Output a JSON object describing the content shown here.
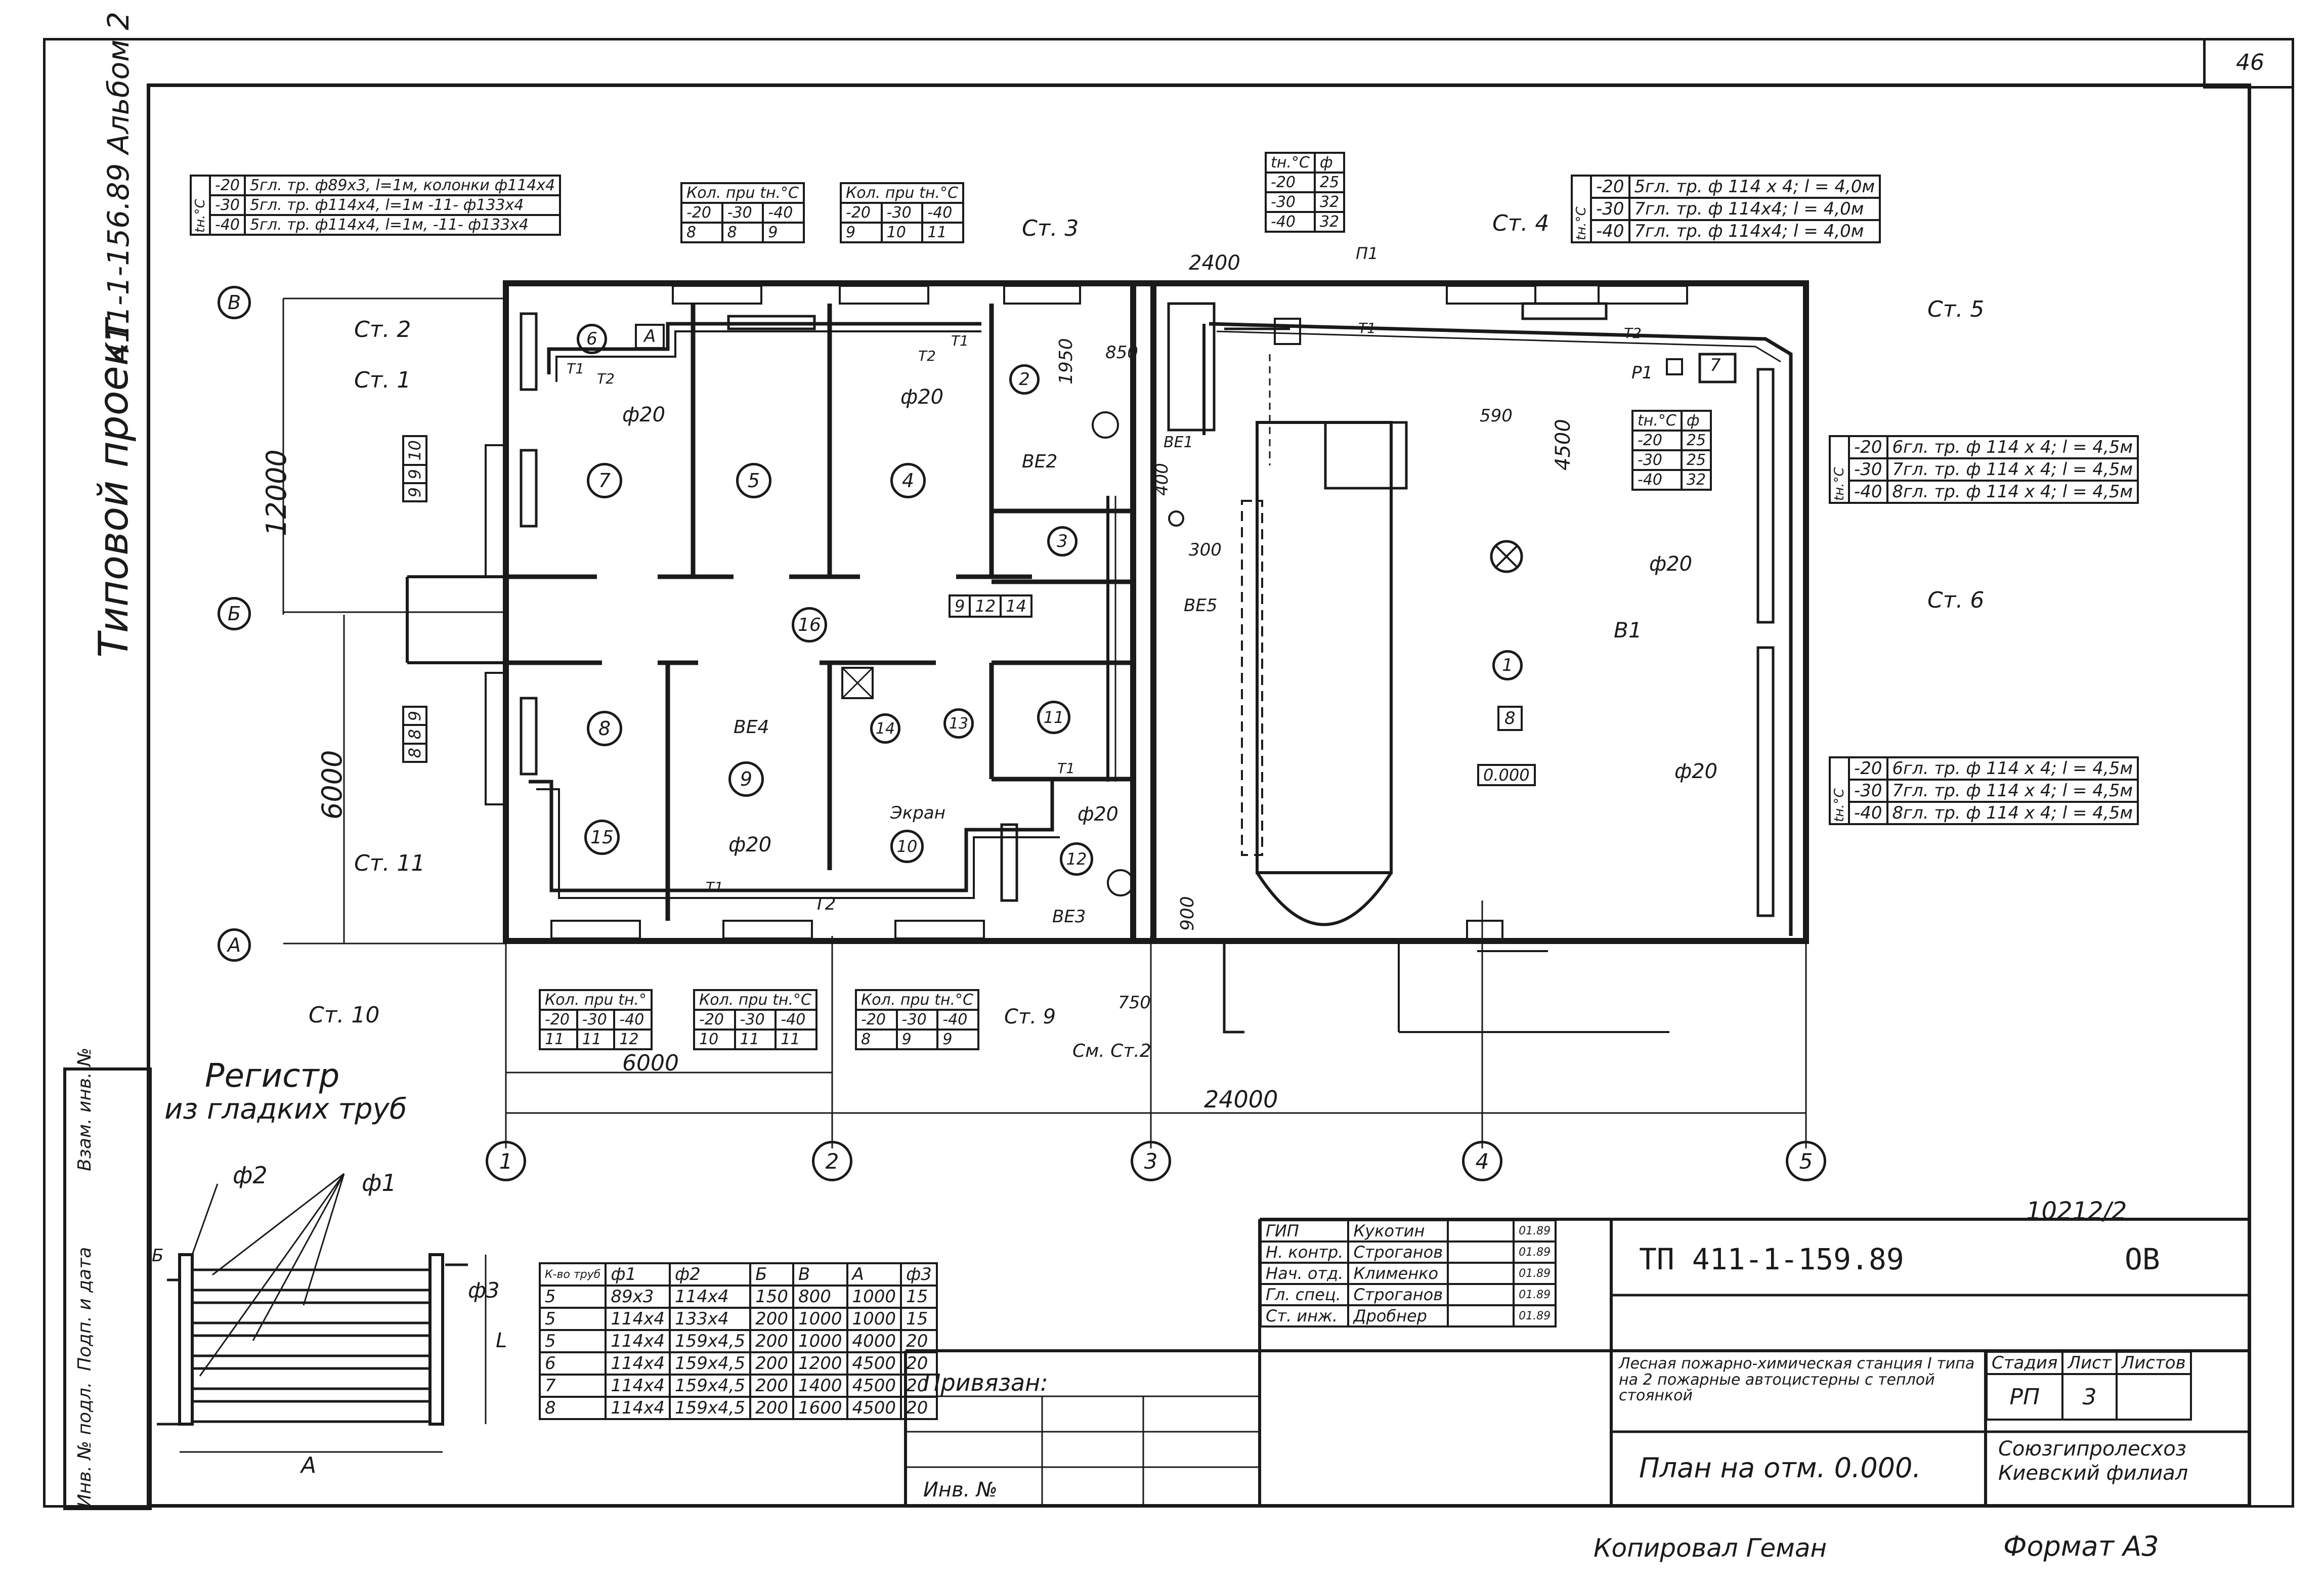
{
  "sheet": {
    "page_number": "46",
    "series_vertical": "411-1-156.89 Альбом 2",
    "typical_project": "Типовой проект",
    "copied_by": "Копировал Геман",
    "format": "Формат А3",
    "archive_number": "10212/2"
  },
  "axes": {
    "rows": [
      "В",
      "Б",
      "А"
    ],
    "cols": [
      "1",
      "2",
      "3",
      "4",
      "5"
    ],
    "dims": {
      "d12000": "12000",
      "d6000_v": "6000",
      "d6000_h": "6000",
      "d24000": "24000",
      "d2400": "2400",
      "d1950": "1950",
      "d850": "850",
      "d400": "400",
      "d300": "300",
      "d590": "590",
      "d4500": "4500",
      "d900": "900",
      "d750": "750"
    }
  },
  "rooms": [
    "1",
    "2",
    "3",
    "4",
    "5",
    "6",
    "7",
    "8",
    "9",
    "10",
    "11",
    "12",
    "13",
    "14",
    "15",
    "16"
  ],
  "room_A": "А",
  "room_8": "8",
  "elevation": "0.000",
  "labels": {
    "st1": "Ст. 1",
    "st2": "Ст. 2",
    "st3": "Ст. 3",
    "st4": "Ст. 4",
    "st5": "Ст. 5",
    "st6": "Ст. 6",
    "st9": "Ст. 9",
    "st10": "Ст. 10",
    "st11": "Ст. 11",
    "st2_see": "См. Ст.2",
    "phi20": "ф20",
    "t1": "Т1",
    "t2": "Т2",
    "be2": "ВЕ2",
    "be3": "ВЕ3",
    "be4": "ВЕ4",
    "be5": "ВЕ5",
    "be1": "ВЕ1",
    "b1": "В1",
    "p1": "П1",
    "r1": "Р1",
    "seven": "7",
    "screen": "Экран"
  },
  "table_top_left": {
    "rows": [
      [
        "-20",
        "5гл. тр. ф89х3, l=1м, колонки ф114х4"
      ],
      [
        "-30",
        "5гл. тр. ф114х4, l=1м  -11-  ф133х4"
      ],
      [
        "-40",
        "5гл. тр. ф114х4, l=1м, -11- ф133х4"
      ]
    ],
    "head": "tн.°С"
  },
  "small_tables": {
    "t_6": {
      "head": "Кол. прu tн.°С",
      "temps": [
        "-20",
        "-30",
        "-40"
      ],
      "vals": [
        "8",
        "8",
        "9"
      ]
    },
    "t_2": {
      "head": "Кол. прu tн.°С",
      "temps": [
        "-20",
        "-30",
        "-40"
      ],
      "vals": [
        "9",
        "10",
        "11"
      ]
    },
    "t_15": {
      "head": "Кол. прu tн.°",
      "temps": [
        "-20",
        "-30",
        "-40"
      ],
      "vals": [
        "11",
        "11",
        "12"
      ]
    },
    "t_10": {
      "head": "Кол. прu tн.°С",
      "temps": [
        "-20",
        "-30",
        "-40"
      ],
      "vals": [
        "10",
        "11",
        "11"
      ]
    },
    "t_12": {
      "head": "Кол. прu tн.°С",
      "temps": [
        "-20",
        "-30",
        "-40"
      ],
      "vals": [
        "8",
        "9",
        "9"
      ]
    }
  },
  "phi_table_top": {
    "h1": "tн.°С",
    "h2": "ф",
    "rows": [
      [
        "-20",
        "25"
      ],
      [
        "-30",
        "32"
      ],
      [
        "-40",
        "32"
      ]
    ]
  },
  "phi_table_right": {
    "h1": "tн.°С",
    "h2": "ф",
    "rows": [
      [
        "-20",
        "25"
      ],
      [
        "-30",
        "25"
      ],
      [
        "-40",
        "32"
      ]
    ]
  },
  "table_st4": {
    "head": "tн.°С",
    "rows": [
      [
        "-20",
        "5гл. тр. ф 114 х 4;  l = 4,0м"
      ],
      [
        "-30",
        "7гл. тр. ф 114х4;  l = 4,0м"
      ],
      [
        "-40",
        "7гл. тр. ф 114х4;  l = 4,0м"
      ]
    ]
  },
  "table_st5": {
    "head": "tн.°С",
    "rows": [
      [
        "-20",
        "6гл. тр. ф 114 х 4;  l = 4,5м"
      ],
      [
        "-30",
        "7гл. тр. ф 114 х 4;  l = 4,5м"
      ],
      [
        "-40",
        "8гл. тр. ф 114 х 4;  l = 4,5м"
      ]
    ]
  },
  "table_st6": {
    "head": "tн.°С",
    "rows": [
      [
        "-20",
        "6гл. тр. ф 114 х 4;  l = 4,5м"
      ],
      [
        "-30",
        "7гл. тр. ф 114 х 4;  l = 4,5м"
      ],
      [
        "-40",
        "8гл. тр. ф 114 х 4;  l = 4,5м"
      ]
    ]
  },
  "vertical_counts": {
    "b1": [
      "10",
      "9",
      "9"
    ],
    "b2": [
      "9",
      "8",
      "8"
    ],
    "row3": [
      "9",
      "12",
      "14"
    ]
  },
  "register": {
    "title_line1": "Регистр",
    "title_line2": "из гладких труб",
    "phi1": "ф1",
    "phi2": "ф2",
    "phi3": "ф3",
    "dim_b": "Б",
    "dim_l": "L",
    "dim_a": "А"
  },
  "register_table": {
    "headers": [
      "К-во труб",
      "ф1",
      "ф2",
      "Б",
      "В",
      "А",
      "ф3"
    ],
    "rows": [
      [
        "5",
        "89х3",
        "114х4",
        "150",
        "800",
        "1000",
        "15"
      ],
      [
        "5",
        "114х4",
        "133х4",
        "200",
        "1000",
        "1000",
        "15"
      ],
      [
        "5",
        "114х4",
        "159х4,5",
        "200",
        "1000",
        "4000",
        "20"
      ],
      [
        "6",
        "114х4",
        "159х4,5",
        "200",
        "1200",
        "4500",
        "20"
      ],
      [
        "7",
        "114х4",
        "159х4,5",
        "200",
        "1400",
        "4500",
        "20"
      ],
      [
        "8",
        "114х4",
        "159х4,5",
        "200",
        "1600",
        "4500",
        "20"
      ]
    ]
  },
  "left_strip": [
    "Взам. инв. №",
    "Подп. и дата",
    "Инв. № подл."
  ],
  "binding": {
    "bound": "Привязан:",
    "inv": "Инв. №"
  },
  "title_block": {
    "signatures": [
      [
        "ГИП",
        "Кукотин",
        "01.89"
      ],
      [
        "Н. контр.",
        "Строганов",
        "01.89"
      ],
      [
        "Нач. отд.",
        "Клименко",
        "01.89"
      ],
      [
        "Гл. спец.",
        "Строганов",
        "01.89"
      ],
      [
        "Ст. инж.",
        "Дробнер",
        "01.89"
      ]
    ],
    "code": "ТП 411-1-159.89",
    "mark": "ОВ",
    "object": "Лесная пожарно-химическая станция I типа на 2 пожарные автоцистерны с теплой стоянкой",
    "stage_h": "Стадия",
    "sheet_h": "Лист",
    "sheets_h": "Листов",
    "stage": "РП",
    "sheet_no": "3",
    "sheets": "",
    "drawing": "План на отм. 0.000.",
    "org": "Союзгипролесхоз Киевский филиал"
  }
}
